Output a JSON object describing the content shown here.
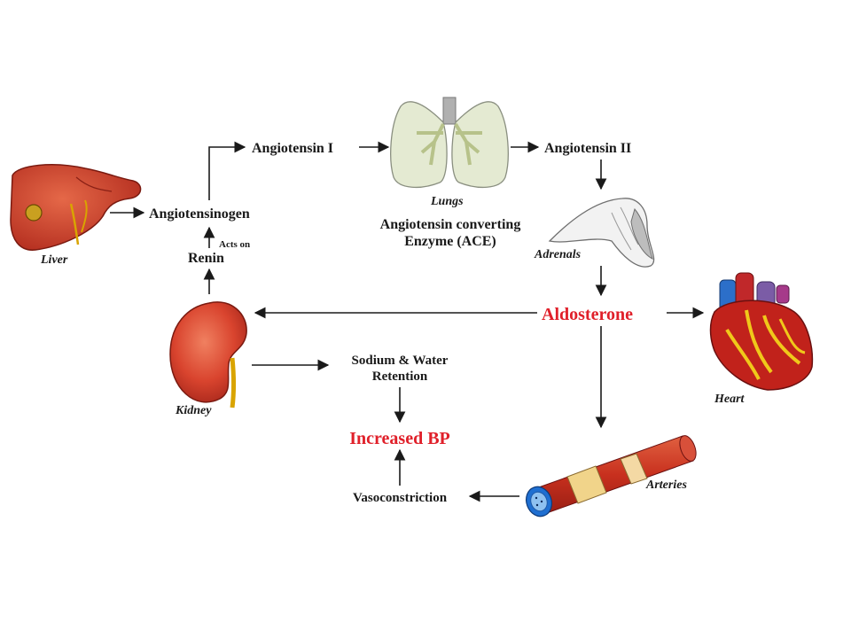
{
  "colors": {
    "highlight": "#e0202a",
    "organ_red": "#c8251d",
    "text": "#1a1a1a"
  },
  "organs": {
    "liver": "Liver",
    "lungs": "Lungs",
    "adrenals": "Adrenals",
    "kidney": "Kidney",
    "heart": "Heart",
    "arteries": "Arteries"
  },
  "nodes": {
    "angiotensinogen": "Angiotensinogen",
    "angiotensin_1": "Angiotensin I",
    "angiotensin_2": "Angiotensin II",
    "renin": "Renin",
    "acts_on": "Acts on",
    "ace_line1": "Angiotensin converting",
    "ace_line2": "Enzyme (ACE)",
    "aldosterone": "Aldosterone",
    "sodium_line1": "Sodium & Water",
    "sodium_line2": "Retention",
    "increased_bp": "Increased BP",
    "vasoconstriction": "Vasoconstriction"
  }
}
